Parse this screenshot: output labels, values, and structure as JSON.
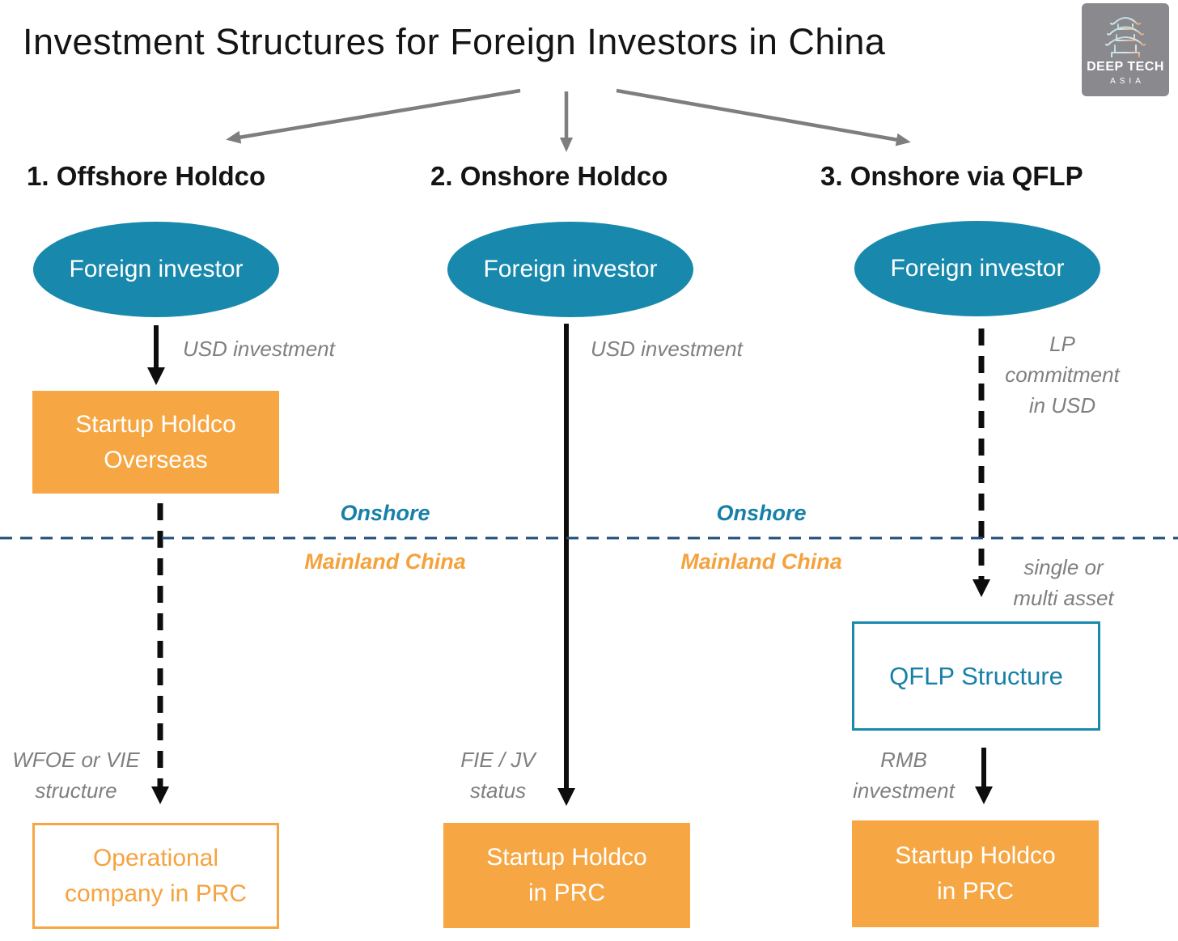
{
  "title": "Investment Structures for Foreign Investors in China",
  "logo": {
    "icon": "pagoda-icon",
    "line1": "DEEP TECH",
    "line2": "ASIA"
  },
  "columns": {
    "c1": {
      "heading": "1. Offshore Holdco",
      "investor_label": "Foreign investor",
      "invest_flow_label": "USD investment",
      "mid_box_line1": "Startup Holdco",
      "mid_box_line2": "Overseas",
      "lower_flow_line1": "WFOE or VIE",
      "lower_flow_line2": "structure",
      "bottom_box_line1": "Operational",
      "bottom_box_line2": "company in PRC"
    },
    "c2": {
      "heading": "2. Onshore Holdco",
      "investor_label": "Foreign investor",
      "invest_flow_label": "USD investment",
      "lower_flow_line1": "FIE / JV",
      "lower_flow_line2": "status",
      "bottom_box_line1": "Startup Holdco",
      "bottom_box_line2": "in PRC"
    },
    "c3": {
      "heading": "3. Onshore via QFLP",
      "investor_label": "Foreign investor",
      "invest_flow_line1": "LP",
      "invest_flow_line2": "commitment",
      "invest_flow_line3": "in USD",
      "asset_flow_line1": "single or",
      "asset_flow_line2": "multi asset",
      "qflp_box_label": "QFLP Structure",
      "lower_flow_line1": "RMB",
      "lower_flow_line2": "investment",
      "bottom_box_line1": "Startup Holdco",
      "bottom_box_line2": "in PRC"
    }
  },
  "divider": {
    "left_above": "Onshore",
    "left_below": "Mainland China",
    "right_above": "Onshore",
    "right_below": "Mainland China"
  },
  "colors": {
    "ellipse_fill": "#1889AC",
    "teal_text": "#1780A8",
    "orange_fill": "#F6A743",
    "orange_text": "#F5A23C",
    "divider_navy": "#1F4E79",
    "gray_label": "#7F7F7F",
    "arrow_gray": "#7E7E7E",
    "arrow_black": "#0D0D0D",
    "logo_bg": "#8A8A8E"
  }
}
